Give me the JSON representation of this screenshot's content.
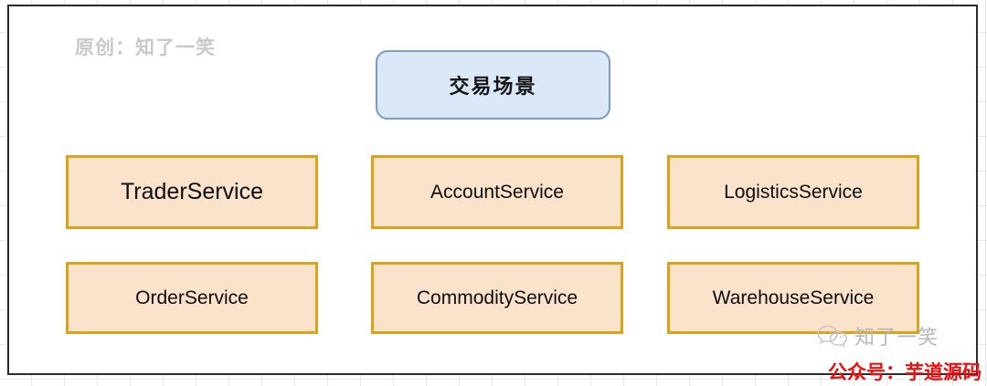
{
  "diagram": {
    "title_watermark": "原创：知了一笑",
    "root_node": {
      "label": "交易场景",
      "fill": "#dae8f7",
      "border": "#7d9cc4"
    },
    "service_fill": "#fbe3cb",
    "service_border": "#d9a41b",
    "services": [
      {
        "label": "TraderService",
        "row": 1,
        "col": 1
      },
      {
        "label": "AccountService",
        "row": 1,
        "col": 2
      },
      {
        "label": "LogisticsService",
        "row": 1,
        "col": 3
      },
      {
        "label": "OrderService",
        "row": 2,
        "col": 1
      },
      {
        "label": "CommodityService",
        "row": 2,
        "col": 2
      },
      {
        "label": "WarehouseService",
        "row": 2,
        "col": 3
      }
    ]
  },
  "watermarks": {
    "wechat_icon": "wechat-icon",
    "wechat_name": "知了一笑",
    "official_account": "公众号：芋道源码",
    "official_account_color": "#f10d0d"
  }
}
